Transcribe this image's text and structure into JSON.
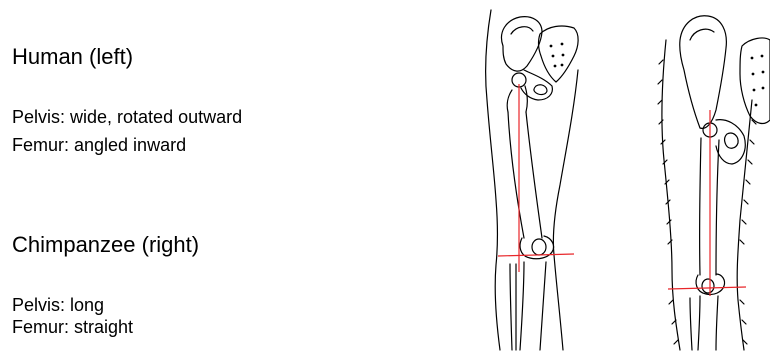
{
  "human": {
    "title": "Human (left)",
    "pelvis": "Pelvis: wide, rotated outward",
    "femur": "Femur: angled inward"
  },
  "chimpanzee": {
    "title": "Chimpanzee (right)",
    "pelvis": "Pelvis: long",
    "femur": "Femur: straight"
  },
  "colors": {
    "outline": "#000000",
    "reference_lines": "#e8262a",
    "background": "#ffffff"
  },
  "icons": [
    "human-leg-skeleton-drawing",
    "chimpanzee-leg-skeleton-drawing"
  ]
}
